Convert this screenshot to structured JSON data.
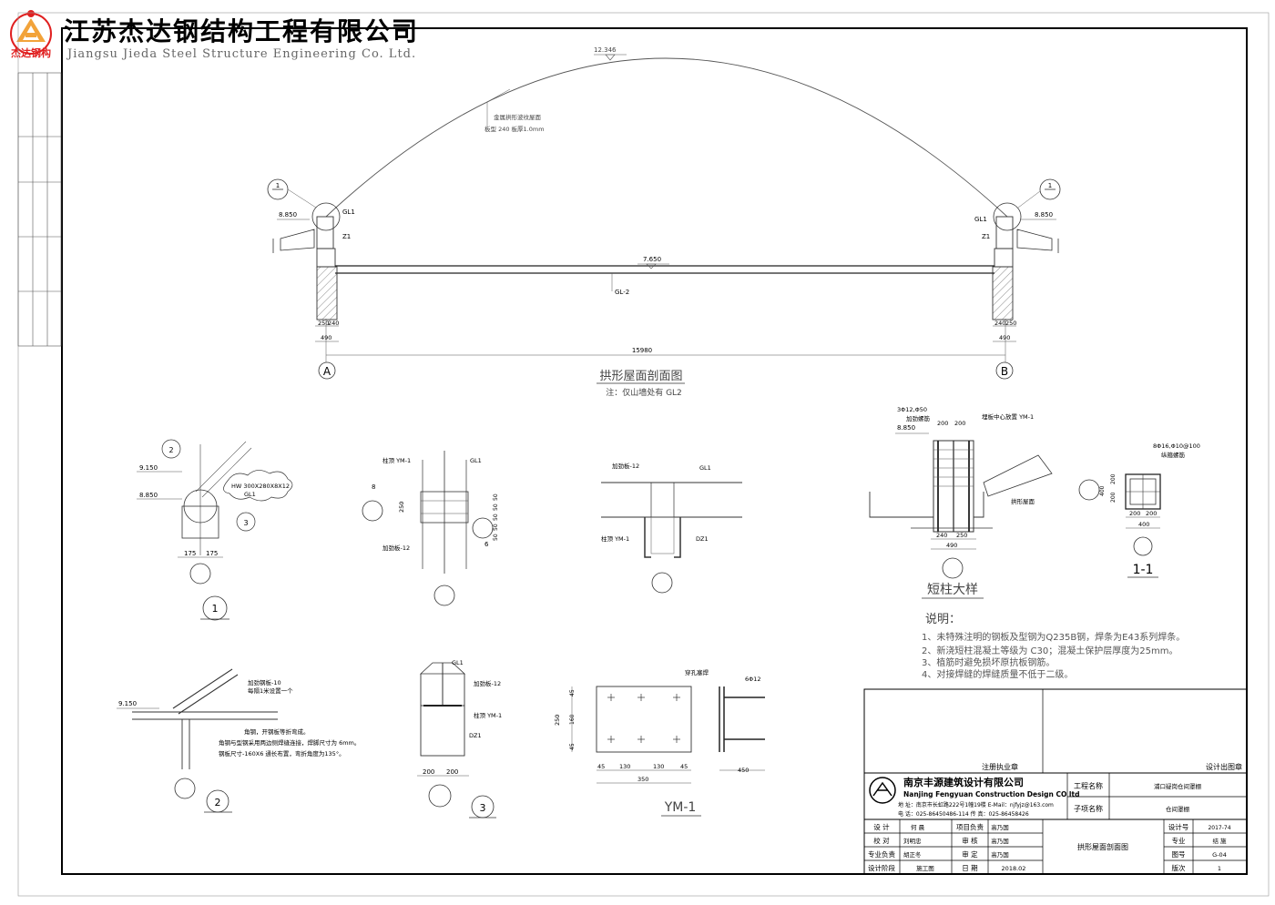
{
  "header": {
    "logo_label": "杰达钢构",
    "company_cn": "江苏杰达钢结构工程有限公司",
    "company_en": "Jiangsu Jieda Steel Structure Engineering Co. Ltd."
  },
  "arch_section": {
    "apex_elev": "12.346",
    "roof_note_1": "金属拱形波纹屋面",
    "roof_note_2": "板型 240  板厚1.0mm",
    "left_elev": "8.850",
    "right_elev": "8.850",
    "beam_elev": "7.650",
    "gl1": "GL1",
    "z1": "Z1",
    "gl2": "GL-2",
    "detail_1": "1",
    "dim_250": "250",
    "dim_240": "240",
    "dim_490": "490",
    "span": "15980",
    "axis_a": "A",
    "axis_b": "B",
    "title": "拱形屋面剖面图",
    "note": "注：仅山墙处有 GL2"
  },
  "detail1": {
    "mark_2": "2",
    "mark_3": "3",
    "elev_9150": "9.150",
    "elev_8850": "8.850",
    "hw_label": "HW 300X280X8X12",
    "gl1": "GL1",
    "dim_175a": "175",
    "dim_175b": "175",
    "number": "1"
  },
  "detail_mid": {
    "ym1": "柱顶 YM-1",
    "gl1": "GL1",
    "stiff": "加劲板-12",
    "weld_8": "8",
    "weld_6": "6",
    "dim_250": "250",
    "dims_right": [
      "50",
      "50",
      "50",
      "50",
      "50"
    ]
  },
  "detail_beam": {
    "stiff": "加劲板-12",
    "gl1": "GL1",
    "ym1": "柱顶 YM-1",
    "dz1": "DZ1"
  },
  "short_column": {
    "rebar_top": "3Φ12,Φ50",
    "stiff": "加劲螺筋",
    "embed": "埋板中心放置 YM-1",
    "elev": "8.850",
    "dim_200a": "200",
    "dim_200b": "200",
    "roof": "拱形屋面",
    "dim_240": "240",
    "dim_250": "250",
    "dim_490": "490",
    "title": "短柱大样"
  },
  "section11": {
    "rebar": "8Φ16,Φ10@100",
    "stirrup": "纵箍螺筋",
    "dim_200a": "200",
    "dim_200b": "200",
    "dim_400a": "400",
    "dim_400b": "400",
    "title": "1-1"
  },
  "notes": {
    "title": "说明：",
    "items": [
      "1、未特殊注明的钢板及型钢为Q235B钢，焊条为E43系列焊条。",
      "2、新浇短柱混凝土等级为 C30；混凝土保护层厚度为25mm。",
      "3、植筋时避免损坏原抗板钢筋。",
      "4、对接焊缝的焊缝质量不低于二级。"
    ]
  },
  "detail2": {
    "elev": "9.150",
    "stiff": "加劲钢板-10",
    "stiff2": "每隔1米设置一个",
    "angle": "角钢，开钢板等折弯成。",
    "note1": "角钢与型钢采用两边侧焊缝连接，焊脚尺寸为 6mm。",
    "note2": "钢板尺寸-160X6 通长布置，弯折角度为135°。",
    "number": "2"
  },
  "detail3": {
    "gl1": "GL1",
    "stiff": "加劲板-12",
    "ym1": "柱顶 YM-1",
    "dz1": "DZ1",
    "dim_200a": "200",
    "dim_200b": "200",
    "number": "3"
  },
  "ym1": {
    "hole": "穿孔塞焊",
    "bars": "6Φ12",
    "h_250": "250",
    "h_45a": "45",
    "h_160": "160",
    "h_45b": "45",
    "w_45a": "45",
    "w_130a": "130",
    "w_130b": "130",
    "w_45b": "45",
    "w_350": "350",
    "w_450": "450",
    "title": "YM-1"
  },
  "title_block": {
    "reg_stamp": "注册执业章",
    "design_stamp": "设计出图章",
    "firm_cn": "南京丰源建筑设计有限公司",
    "firm_en": "Nanjing Fengyuan Construction Design CO ltd",
    "address": "地  址：南京市长虹路222号1幢19楼 E-Mail：njfyjz@163.com",
    "phone": "电  话：025-86450486-114          传  真：025-86458426",
    "project_label": "工程名称",
    "project_value": "浦口疑岗仓间罩棚",
    "sub_label": "子项名称",
    "sub_value": "仓间罩棚",
    "rows": [
      {
        "l1": "设  计",
        "v1": "何  晨",
        "l2": "项目负责",
        "v2": "高乃国"
      },
      {
        "l1": "校  对",
        "v1": "刘明忠",
        "l2": "审  核",
        "v2": "高乃国"
      },
      {
        "l1": "专业负责",
        "v1": "胡正冬",
        "l2": "审  定",
        "v2": "高乃国"
      },
      {
        "l1": "设计阶段",
        "v1": "施工图",
        "l2": "日  期",
        "v2": "2018.02"
      }
    ],
    "drawing_title": "拱形屋面剖面图",
    "right": [
      {
        "k": "设计号",
        "v": "2017-74"
      },
      {
        "k": "专业",
        "v": "结  施"
      },
      {
        "k": "图号",
        "v": "G-04"
      },
      {
        "k": "版次",
        "v": "1"
      }
    ]
  },
  "colors": {
    "logo_red": "#e02020",
    "logo_orange": "#f2a33a",
    "line": "#000000",
    "thin": "#444444",
    "light": "#888888"
  }
}
